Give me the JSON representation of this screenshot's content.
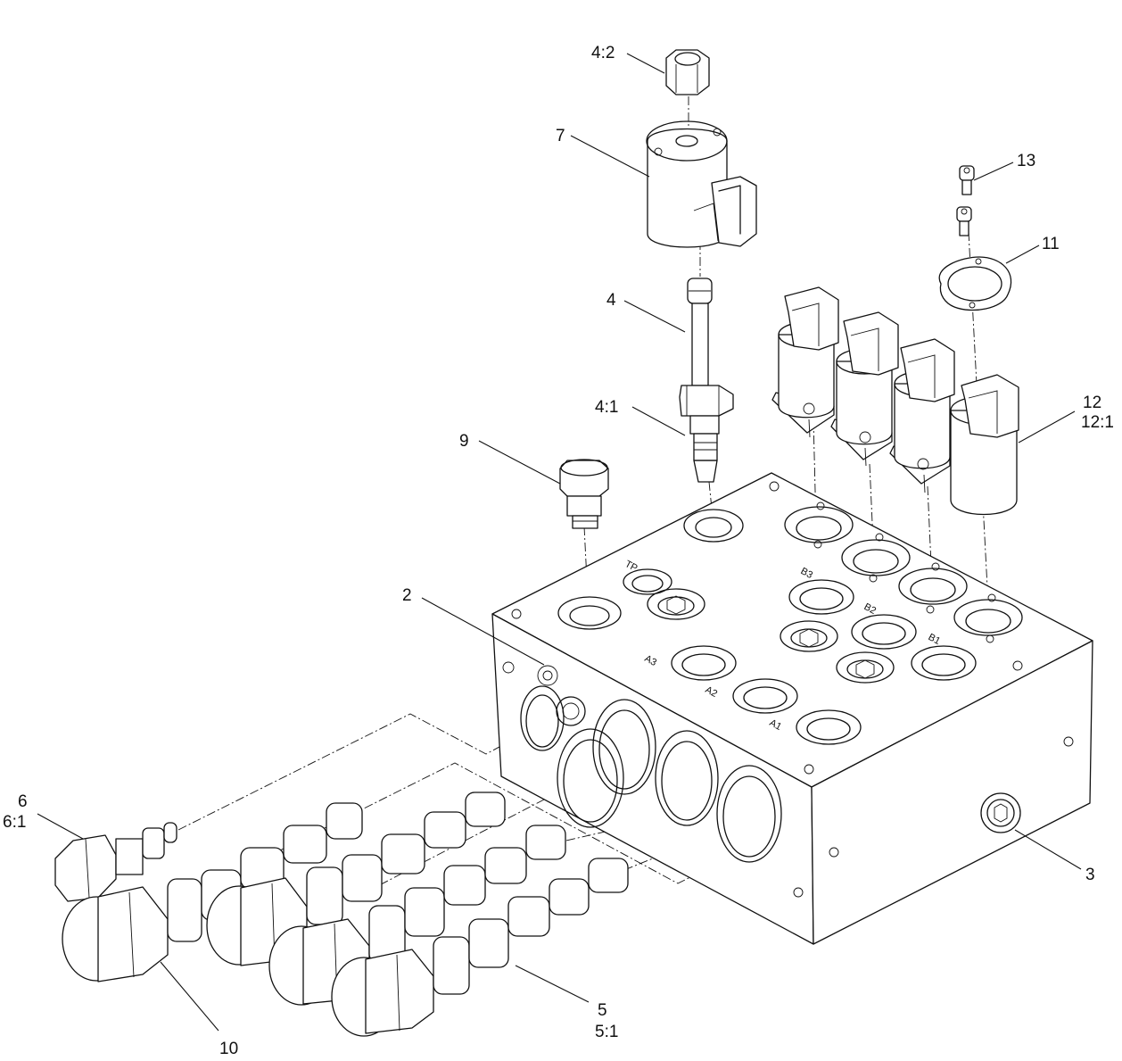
{
  "callouts": [
    {
      "id": "4-2",
      "text": "4:2"
    },
    {
      "id": "7",
      "text": "7"
    },
    {
      "id": "13",
      "text": "13"
    },
    {
      "id": "11",
      "text": "11"
    },
    {
      "id": "4",
      "text": "4"
    },
    {
      "id": "4-1",
      "text": "4:1"
    },
    {
      "id": "9",
      "text": "9"
    },
    {
      "id": "12",
      "text": "12"
    },
    {
      "id": "12-1",
      "text": "12:1"
    },
    {
      "id": "2",
      "text": "2"
    },
    {
      "id": "6",
      "text": "6"
    },
    {
      "id": "6-1",
      "text": "6:1"
    },
    {
      "id": "3",
      "text": "3"
    },
    {
      "id": "10",
      "text": "10"
    },
    {
      "id": "5",
      "text": "5"
    },
    {
      "id": "5-1",
      "text": "5:1"
    }
  ],
  "port_labels": {
    "tp": "TP",
    "a1": "A1",
    "a2": "A2",
    "a3": "A3",
    "b1": "B1",
    "b2": "B2",
    "b3": "B3"
  }
}
